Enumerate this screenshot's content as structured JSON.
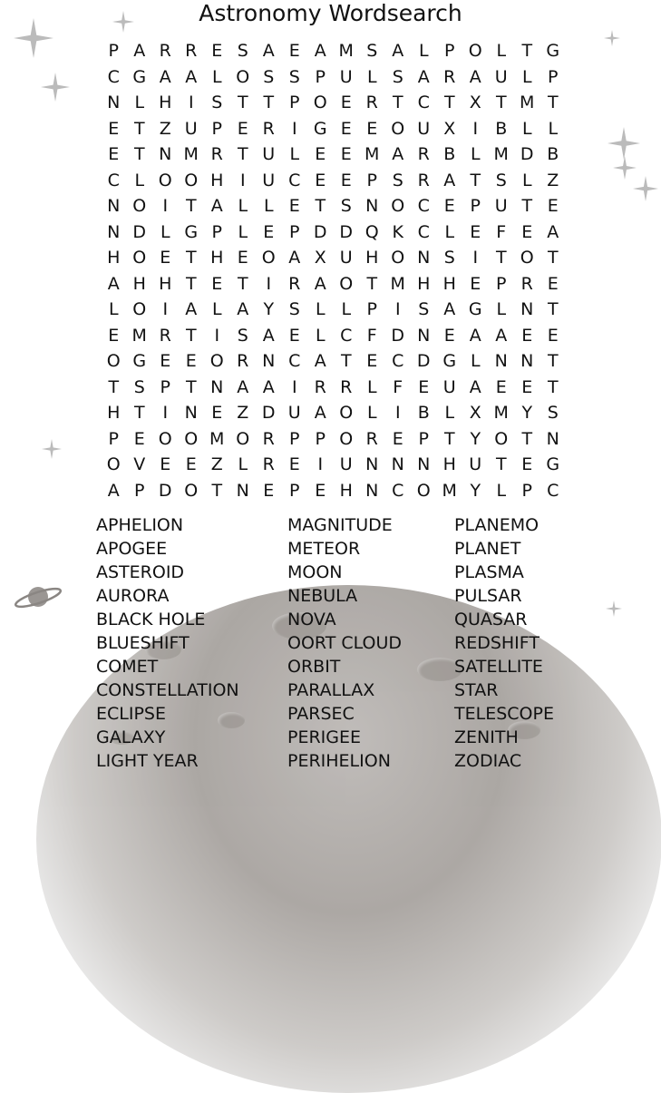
{
  "title": "Astronomy Wordsearch",
  "grid": [
    "PARRESAEAMSALPOLTG",
    "CGAALOSSPULSARAULP",
    "NLHISTTPOERTCTXTMT",
    "ETZUPERIGEEOUXIBLL",
    "ETNMRTULEEMARBLMDB",
    "CLOOHIUCEEPSRATSLZ",
    "NOITALLETSNOCEPUTE",
    "NDLGPLEPDDQKCLEFEA",
    "HOETHEOAXUHONSITOT",
    "AHHTETIRAOTMHHEPRE",
    "LOIALAYSLLPISAGLNT",
    "EMRTISAELCFDNEAAEE",
    "OGEEORNCATECDGLNNT",
    "TSPTNAAIRRLFEUAEET",
    "HTINEZDUAOLIBLXMYS",
    "PEOOMORPPOREPTYOTN",
    "OVEEZLREIUNNNHUTEG",
    "APDOTNEPEHNCOMYLPC"
  ],
  "word_columns": [
    [
      "APHELION",
      "APOGEE",
      "ASTEROID",
      "AURORA",
      "BLACK HOLE",
      "BLUESHIFT",
      "COMET",
      "CONSTELLATION",
      "ECLIPSE",
      "GALAXY",
      "LIGHT YEAR"
    ],
    [
      "MAGNITUDE",
      "METEOR",
      "MOON",
      "NEBULA",
      "NOVA",
      "OORT CLOUD",
      "ORBIT",
      "PARALLAX",
      "PARSEC",
      "PERIGEE",
      "PERIHELION"
    ],
    [
      "PLANEMO",
      "PLANET",
      "PLASMA",
      "PULSAR",
      "QUASAR",
      "REDSHIFT",
      "SATELLITE",
      "STAR",
      "TELESCOPE",
      "ZENITH",
      "ZODIAC"
    ]
  ]
}
